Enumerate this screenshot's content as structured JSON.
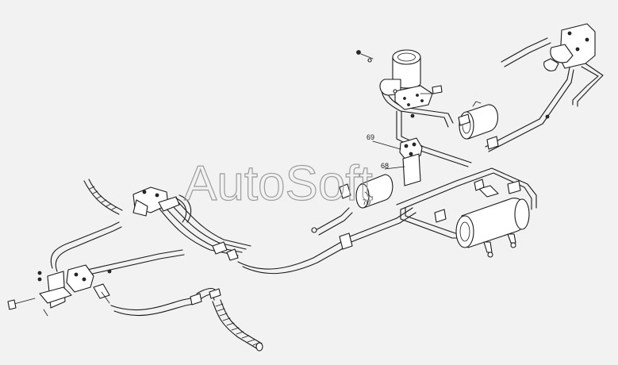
{
  "watermark": "AutoSoft",
  "callouts": {
    "c69": "69",
    "c68": "68",
    "c70": "70"
  },
  "colors": {
    "background": "#f2f2f2",
    "line": "#1a1a1a",
    "watermark": "#9c9c9c"
  }
}
